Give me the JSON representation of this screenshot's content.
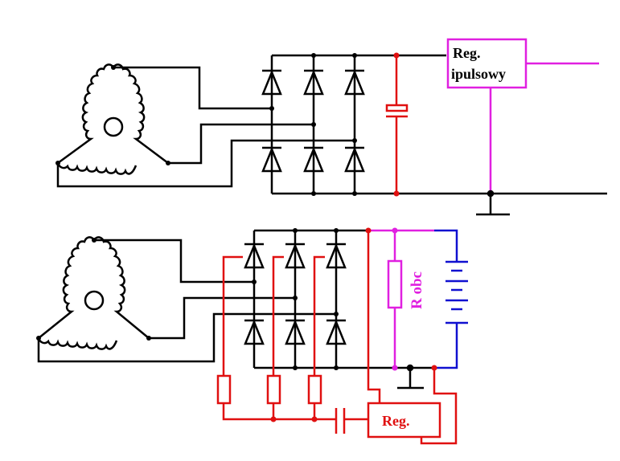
{
  "diagram": {
    "top_circuit": {
      "regulator_label_line1": "Reg.",
      "regulator_label_line2": "ipulsowy"
    },
    "bottom_circuit": {
      "regulator_label": "Reg.",
      "load_resistor_label": "R obc"
    }
  },
  "colors": {
    "wire": "#000000",
    "capacitor": "#e01010",
    "regulator": "#e020e0",
    "battery": "#1010d0",
    "excitation": "#e01010"
  }
}
